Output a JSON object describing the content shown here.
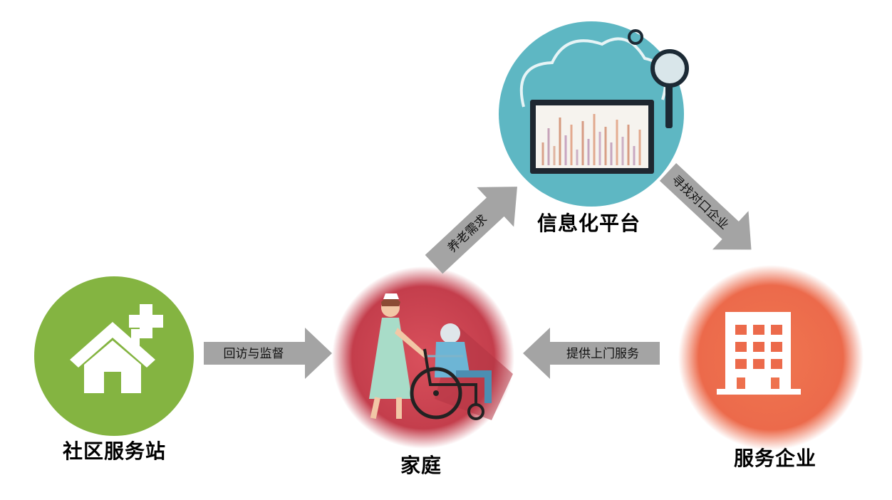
{
  "nodes": {
    "community": {
      "label": "社区服务站",
      "color": "#82b33f"
    },
    "family": {
      "label": "家庭",
      "color": "#c8404e"
    },
    "platform": {
      "label": "信息化平台",
      "color": "#5fb8c2"
    },
    "enterprise": {
      "label": "服务企业",
      "color": "#ec6f4f"
    }
  },
  "arrows": {
    "community_to_family": "回访与监督",
    "family_to_platform": "养老需求",
    "platform_to_enterprise": "寻找对口企业",
    "enterprise_to_family": "提供上门服务"
  }
}
